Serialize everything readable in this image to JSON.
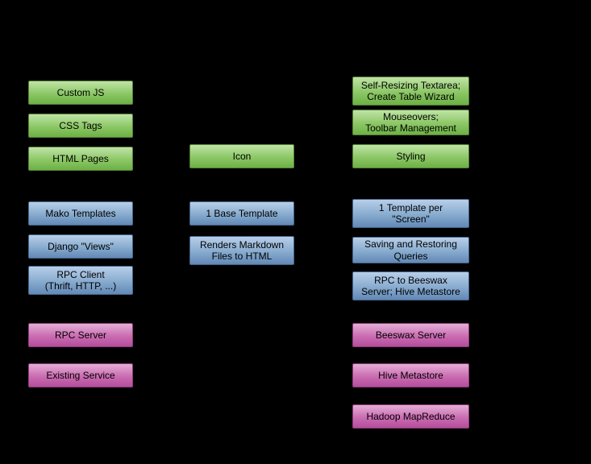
{
  "diagram": {
    "background": "#000000",
    "colors": {
      "green_top": "#bfe4a6",
      "green_bottom": "#6cb144",
      "blue_top": "#b8cfe9",
      "blue_bottom": "#6288b6",
      "magenta_top": "#e4aed6",
      "magenta_bottom": "#b44d9d"
    },
    "nodes": [
      {
        "id": "custom-js",
        "label": "Custom JS",
        "color": "green"
      },
      {
        "id": "css-tags",
        "label": "CSS Tags",
        "color": "green"
      },
      {
        "id": "html-pages",
        "label": "HTML Pages",
        "color": "green"
      },
      {
        "id": "mako-templates",
        "label": "Mako Templates",
        "color": "blue"
      },
      {
        "id": "django-views",
        "label": "Django \"Views\"",
        "color": "blue"
      },
      {
        "id": "rpc-client",
        "label": "RPC Client\n(Thrift, HTTP, ...)",
        "color": "blue"
      },
      {
        "id": "rpc-server",
        "label": "RPC Server",
        "color": "magenta"
      },
      {
        "id": "existing-service",
        "label": "Existing Service",
        "color": "magenta"
      },
      {
        "id": "icon",
        "label": "Icon",
        "color": "green"
      },
      {
        "id": "base-template",
        "label": "1 Base Template",
        "color": "blue"
      },
      {
        "id": "renders-markdown",
        "label": "Renders Markdown\nFiles to HTML",
        "color": "blue"
      },
      {
        "id": "self-resizing",
        "label": "Self-Resizing Textarea;\nCreate Table Wizard",
        "color": "green"
      },
      {
        "id": "mouseovers",
        "label": "Mouseovers;\nToolbar Management",
        "color": "green"
      },
      {
        "id": "styling",
        "label": "Styling",
        "color": "green"
      },
      {
        "id": "template-per-screen",
        "label": "1 Template per\n\"Screen\"",
        "color": "blue"
      },
      {
        "id": "saving-queries",
        "label": "Saving and Restoring\nQueries",
        "color": "blue"
      },
      {
        "id": "rpc-beeswax",
        "label": "RPC to Beeswax\nServer; Hive Metastore",
        "color": "blue"
      },
      {
        "id": "beeswax-server",
        "label": "Beeswax Server",
        "color": "magenta"
      },
      {
        "id": "hive-metastore",
        "label": "Hive Metastore",
        "color": "magenta"
      },
      {
        "id": "hadoop-mapreduce",
        "label": "Hadoop MapReduce",
        "color": "magenta"
      }
    ]
  }
}
